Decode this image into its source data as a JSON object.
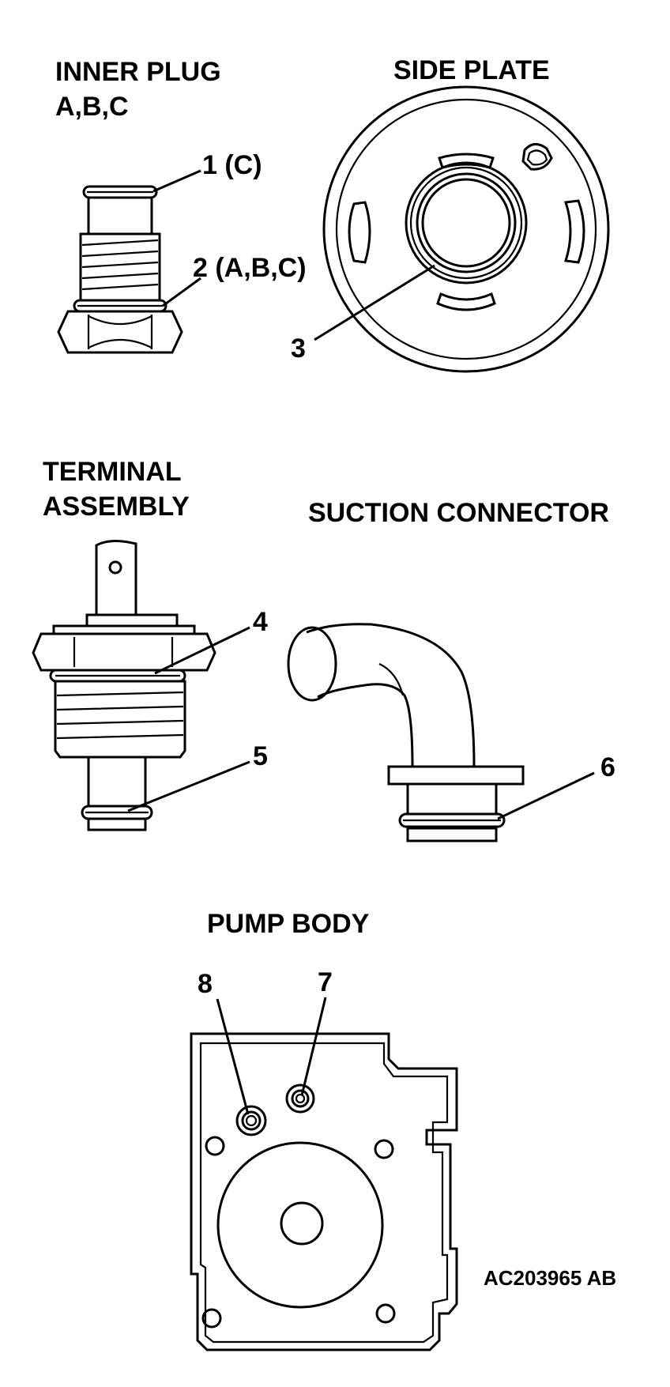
{
  "figure_code": "AC203965 AB",
  "sections": {
    "inner_plug": {
      "title_line1": "INNER PLUG",
      "title_line2": "A,B,C"
    },
    "side_plate": {
      "title": "SIDE PLATE"
    },
    "terminal_assembly": {
      "title_line1": "TERMINAL",
      "title_line2": "ASSEMBLY"
    },
    "suction_connector": {
      "title": "SUCTION CONNECTOR"
    },
    "pump_body": {
      "title": "PUMP BODY"
    }
  },
  "callouts": [
    {
      "id": "1",
      "text": "1 (C)"
    },
    {
      "id": "2",
      "text": "2 (A,B,C)"
    },
    {
      "id": "3",
      "text": "3"
    },
    {
      "id": "4",
      "text": "4"
    },
    {
      "id": "5",
      "text": "5"
    },
    {
      "id": "6",
      "text": "6"
    },
    {
      "id": "7",
      "text": "7"
    },
    {
      "id": "8",
      "text": "8"
    }
  ]
}
